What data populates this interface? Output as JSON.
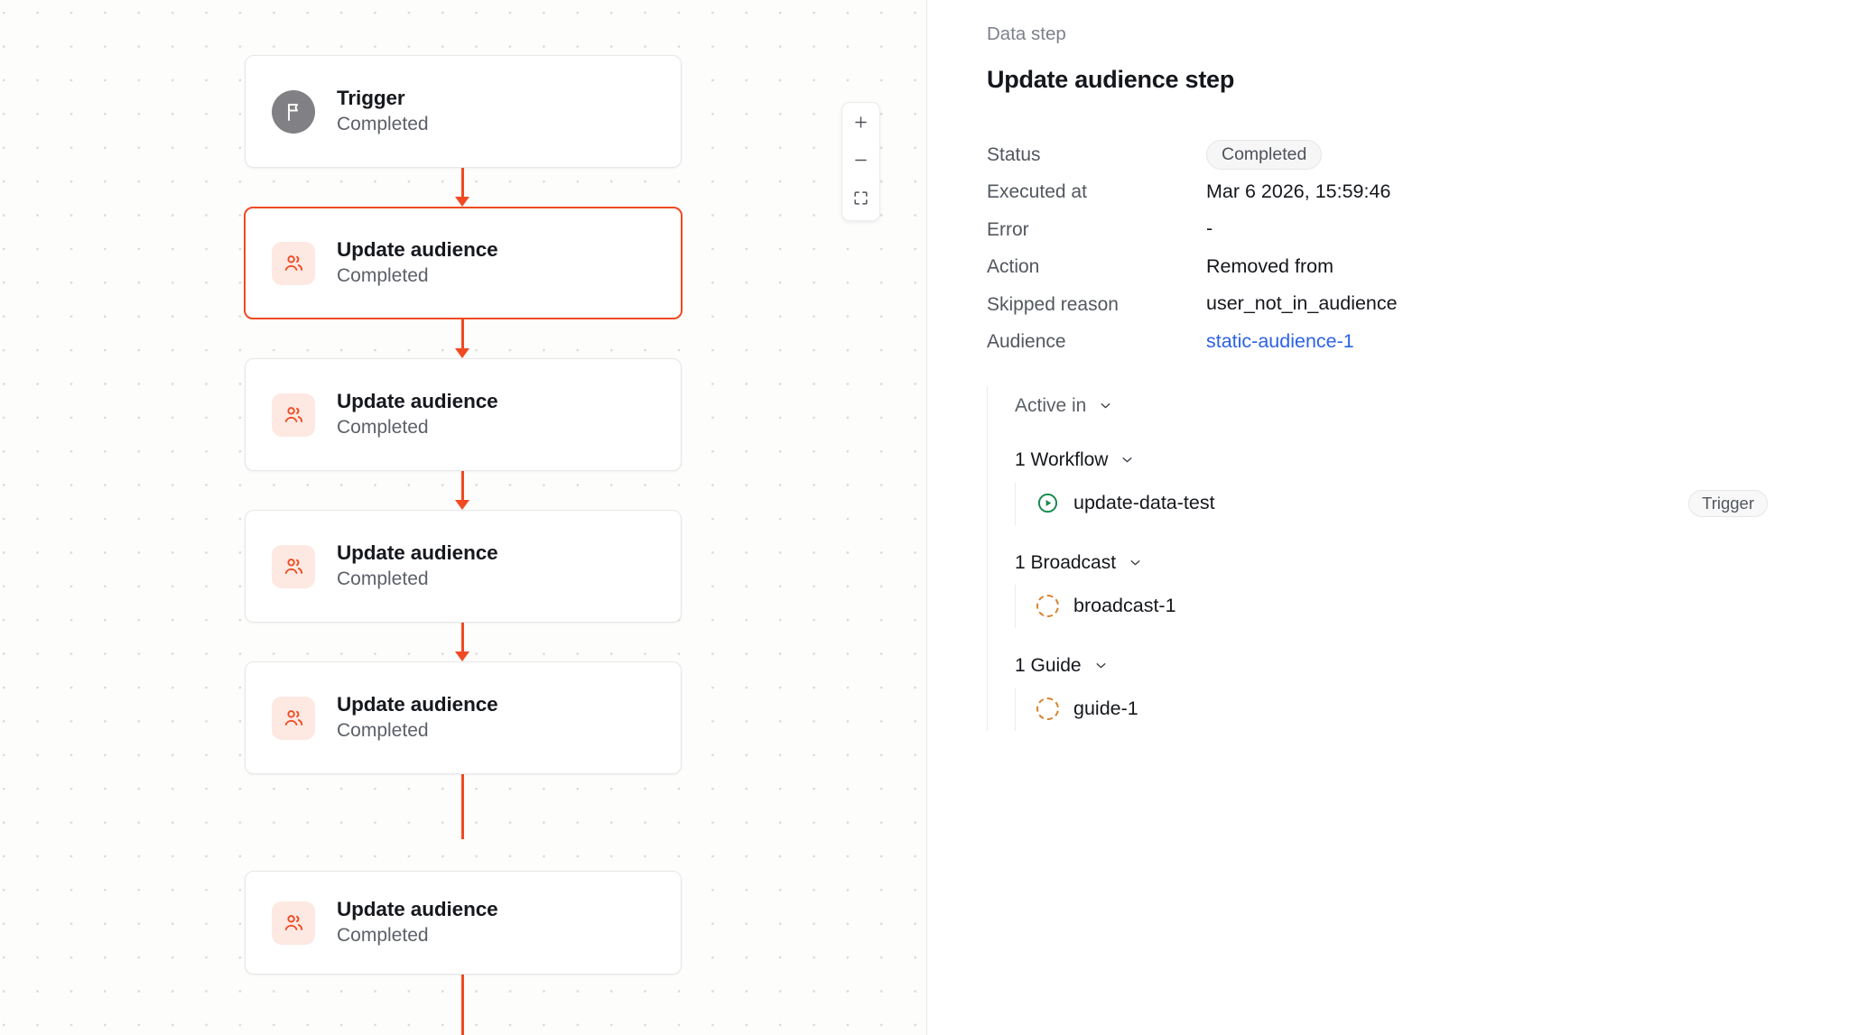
{
  "canvas": {
    "zoom_controls": {
      "zoom_in_label": "+",
      "zoom_out_label": "−",
      "fit_view_label": "fit-view"
    },
    "nodes": [
      {
        "title": "Trigger",
        "status": "Completed",
        "icon": "flag-icon",
        "selected": false
      },
      {
        "title": "Update audience",
        "status": "Completed",
        "icon": "people-icon",
        "selected": true
      },
      {
        "title": "Update audience",
        "status": "Completed",
        "icon": "people-icon",
        "selected": false
      },
      {
        "title": "Update audience",
        "status": "Completed",
        "icon": "people-icon",
        "selected": false
      },
      {
        "title": "Update audience",
        "status": "Completed",
        "icon": "people-icon",
        "selected": false
      }
    ]
  },
  "panel": {
    "eyebrow": "Data step",
    "title": "Update audience step",
    "rows": [
      {
        "label": "Status",
        "value": "Completed",
        "kind": "pill"
      },
      {
        "label": "Executed at",
        "value": "Mar 6 2026, 15:59:46",
        "kind": "text"
      },
      {
        "label": "Error",
        "value": "-",
        "kind": "text"
      },
      {
        "label": "Action",
        "value": "Removed from",
        "kind": "text"
      },
      {
        "label": "Skipped reason",
        "value": "user_not_in_audience",
        "kind": "text"
      },
      {
        "label": "Audience",
        "value": "static-audience-1",
        "kind": "link"
      }
    ],
    "active_in": {
      "label": "Active in",
      "groups": [
        {
          "label": "1 Workflow",
          "items": [
            {
              "name": "update-data-test",
              "icon": "play-circle-icon",
              "badge": "Trigger"
            }
          ]
        },
        {
          "label": "1 Broadcast",
          "items": [
            {
              "name": "broadcast-1",
              "icon": "draft-circle-icon",
              "badge": ""
            }
          ]
        },
        {
          "label": "1 Guide",
          "items": [
            {
              "name": "guide-1",
              "icon": "draft-circle-icon",
              "badge": ""
            }
          ]
        }
      ]
    }
  },
  "colors": {
    "accent_orange": "#f04a22",
    "link_blue": "#2c62e8",
    "workflow_green": "#1a8a4f",
    "draft_orange": "#d9822b",
    "trigger_gray": "#808085"
  }
}
